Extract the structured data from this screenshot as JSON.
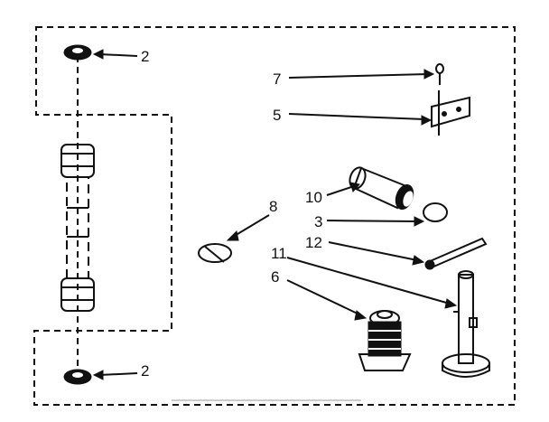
{
  "diagram": {
    "callouts": {
      "washer_top": "2",
      "washer_bottom": "2",
      "rivet": "7",
      "bracket": "5",
      "cylinder": "10",
      "oring": "3",
      "pin": "12",
      "clip": "8",
      "pivot_post": "11",
      "nut": "6"
    }
  }
}
